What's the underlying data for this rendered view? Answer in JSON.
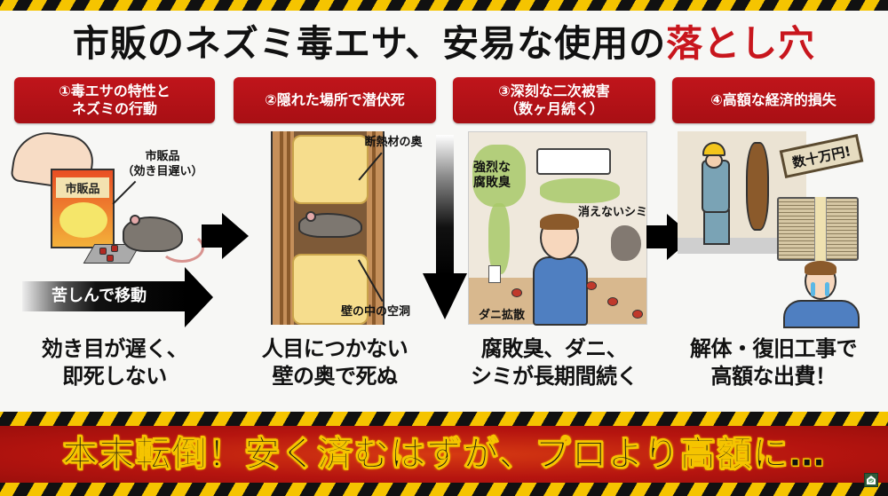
{
  "title": {
    "main": "市販のネズミ毒エサ、安易な使用の",
    "accent": "落とし穴",
    "accent_color": "#c8161d"
  },
  "steps": [
    {
      "header_line1": "①毒エサの特性と",
      "header_line2": "ネズミの行動",
      "summary_line1": "効き目が遅く、",
      "summary_line2": "即死しない"
    },
    {
      "header_line1": "②隠れた場所で潜伏死",
      "header_line2": "",
      "summary_line1": "人目につかない",
      "summary_line2": "壁の奥で死ぬ"
    },
    {
      "header_line1": "③深刻な二次被害",
      "header_line2": "（数ヶ月続く）",
      "summary_line1": "腐敗臭、ダニ、",
      "summary_line2": "シミが長期間続く"
    },
    {
      "header_line1": "④高額な経済的損失",
      "header_line2": "",
      "summary_line1": "解体・復旧工事で",
      "summary_line2": "高額な出費！"
    }
  ],
  "panel1": {
    "box_label": "市販品",
    "callout_line1": "市販品",
    "callout_line2": "（効き目遅い）",
    "arrow_label": "苦しんで移動"
  },
  "panel2": {
    "callout_top": "断熱材の奥",
    "callout_bottom": "壁の中の空洞"
  },
  "panel3": {
    "callout_smell_line1": "強烈な",
    "callout_smell_line2": "腐敗臭",
    "callout_stain": "消えないシミ",
    "callout_mites": "ダニ拡散"
  },
  "panel4": {
    "bill_sign": "数十万円!"
  },
  "bottom_banner": {
    "text": "本末転倒！安く済むはずが、プロより高額に…"
  },
  "colors": {
    "header_red": "#b5121a",
    "hazard_yellow": "#f5c400",
    "hazard_black": "#111111",
    "banner_red": "#b5140f"
  }
}
